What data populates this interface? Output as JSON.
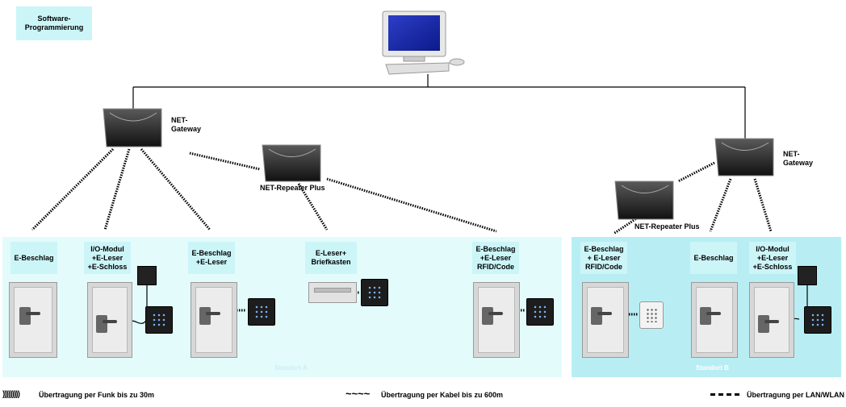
{
  "software_box": "Software-\nProgrammierung",
  "gateway_a_label": "NET-\nGateway",
  "gateway_b_label": "NET-\nGateway",
  "repeater_a_label": "NET-Repeater Plus",
  "repeater_b_label": "NET-Repeater Plus",
  "site_a": {
    "name": "Standort A",
    "devices": [
      "E-Beschlag",
      "I/O-Modul\n+E-Leser\n+E-Schloss",
      "E-Beschlag\n+E-Leser",
      "E-Leser+\nBriefkasten",
      "E-Beschlag\n+E-Leser\nRFID/Code"
    ]
  },
  "site_b": {
    "name": "Standort B",
    "devices": [
      "E-Beschlag\n+ E-Leser\nRFID/Code",
      "E-Beschlag",
      "I/O-Modul\n+E-Leser\n+E-Schloss"
    ]
  },
  "legend": {
    "radio": "Übertragung per Funk bis zu 30m",
    "cable": "Übertragung per Kabel bis zu 600m",
    "lan": "Übertragung per LAN/WLAN"
  },
  "colors": {
    "site_a_bg": "#e3fbfb",
    "site_b_bg": "#b8eef3",
    "label_bg": "#ccf5f8",
    "standort_text": "#ffffff"
  }
}
